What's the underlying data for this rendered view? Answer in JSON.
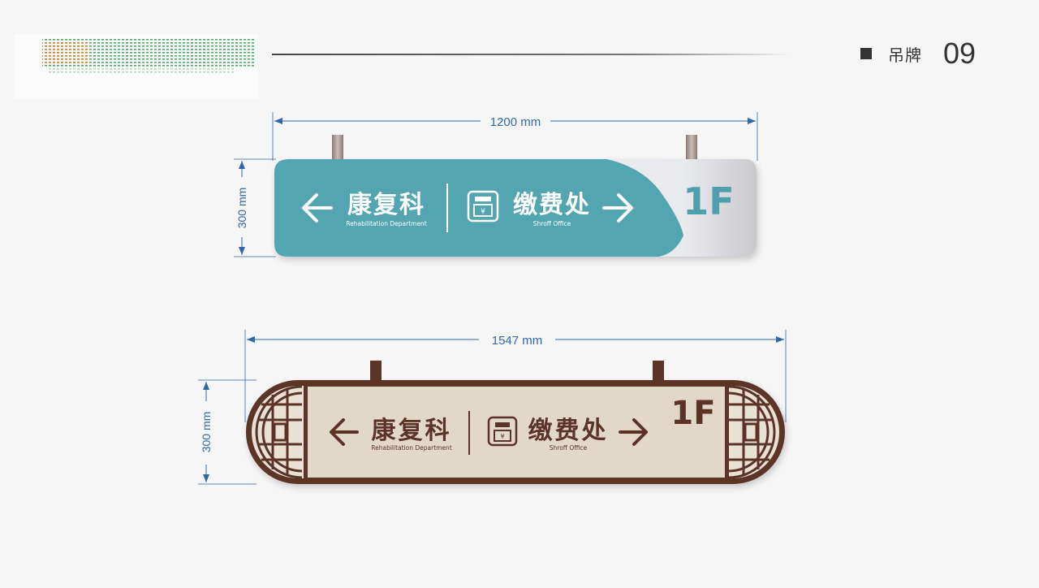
{
  "header": {
    "section_name": "吊牌",
    "page_number": "09"
  },
  "signs": [
    {
      "width_label": "1200 mm",
      "height_label": "300 mm",
      "left_text": "康复科",
      "left_sub": "Rehabilitation Department",
      "right_text": "缴费处",
      "right_sub": "Shroff Office",
      "floor": "1F",
      "colors": {
        "panel": "#53a6b1",
        "floor_text": "#4f9fac",
        "body": "#eeeff2"
      }
    },
    {
      "width_label": "1547 mm",
      "height_label": "300 mm",
      "left_text": "康复科",
      "left_sub": "Rehabilitation Department",
      "right_text": "缴费处",
      "right_sub": "Shroff Office",
      "floor": "1F",
      "colors": {
        "frame": "#5b3427",
        "panel": "#e2d8c8",
        "text": "#5b3427"
      }
    }
  ],
  "colors": {
    "dimension": "#2f69a8",
    "rule_line": "#555555"
  },
  "icons": [
    "payment-icon",
    "left-arrow-icon",
    "right-arrow-icon",
    "lattice-pattern"
  ]
}
